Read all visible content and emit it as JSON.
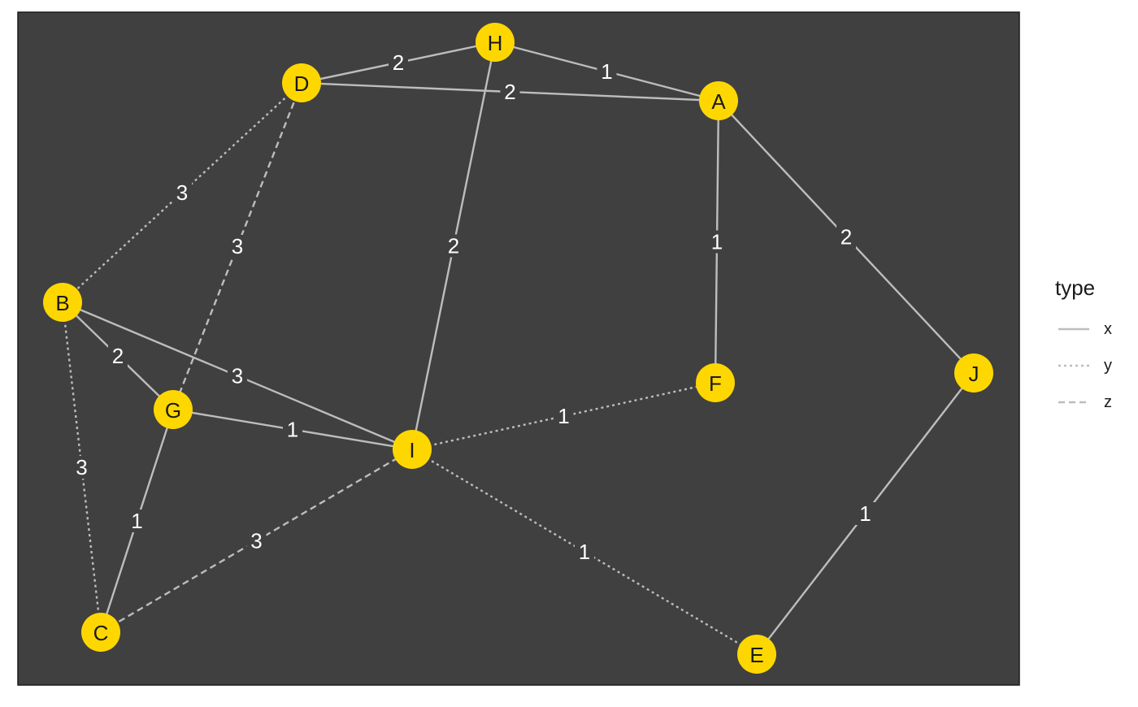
{
  "colors": {
    "panel": "#404040",
    "node": "#ffd700",
    "edge": "#bdbdbd",
    "edge_label": "#ffffff"
  },
  "graph": {
    "nodes": [
      {
        "id": "A",
        "label": "A"
      },
      {
        "id": "B",
        "label": "B"
      },
      {
        "id": "C",
        "label": "C"
      },
      {
        "id": "D",
        "label": "D"
      },
      {
        "id": "E",
        "label": "E"
      },
      {
        "id": "F",
        "label": "F"
      },
      {
        "id": "G",
        "label": "G"
      },
      {
        "id": "H",
        "label": "H"
      },
      {
        "id": "I",
        "label": "I"
      },
      {
        "id": "J",
        "label": "J"
      }
    ],
    "edges": [
      {
        "from": "D",
        "to": "H",
        "weight": "2",
        "type": "x"
      },
      {
        "from": "H",
        "to": "A",
        "weight": "1",
        "type": "x"
      },
      {
        "from": "D",
        "to": "A",
        "weight": "2",
        "type": "x"
      },
      {
        "from": "H",
        "to": "I",
        "weight": "2",
        "type": "x"
      },
      {
        "from": "A",
        "to": "F",
        "weight": "1",
        "type": "x"
      },
      {
        "from": "A",
        "to": "J",
        "weight": "2",
        "type": "x"
      },
      {
        "from": "J",
        "to": "E",
        "weight": "1",
        "type": "x"
      },
      {
        "from": "B",
        "to": "G",
        "weight": "2",
        "type": "x"
      },
      {
        "from": "B",
        "to": "I",
        "weight": "3",
        "type": "x"
      },
      {
        "from": "G",
        "to": "I",
        "weight": "1",
        "type": "x"
      },
      {
        "from": "G",
        "to": "C",
        "weight": "1",
        "type": "x"
      },
      {
        "from": "D",
        "to": "B",
        "weight": "3",
        "type": "y"
      },
      {
        "from": "B",
        "to": "C",
        "weight": "3",
        "type": "y"
      },
      {
        "from": "I",
        "to": "F",
        "weight": "1",
        "type": "y"
      },
      {
        "from": "I",
        "to": "E",
        "weight": "1",
        "type": "y"
      },
      {
        "from": "D",
        "to": "G",
        "weight": "3",
        "type": "z"
      },
      {
        "from": "C",
        "to": "I",
        "weight": "3",
        "type": "z"
      }
    ]
  },
  "legend": {
    "title": "type",
    "items": [
      {
        "label": "x",
        "style": "solid"
      },
      {
        "label": "y",
        "style": "dotted"
      },
      {
        "label": "z",
        "style": "dashed"
      }
    ]
  }
}
